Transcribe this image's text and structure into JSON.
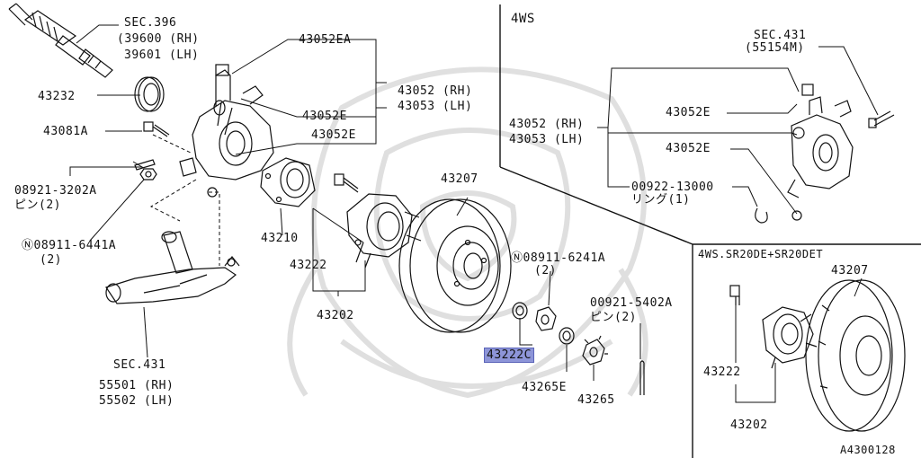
{
  "diagram_id": "A4300128",
  "left_panel": {
    "sec396_title": "SEC.396",
    "sec396_rh": "(39600 (RH)",
    "sec396_lh": "39601 (LH)",
    "p43232": "43232",
    "p43081A": "43081A",
    "p08921_3202A": "08921-3202A",
    "p08921_pin": "ピン(2)",
    "p08911_6441A": "08911-6441A",
    "p08911_6441A_qty": "(2)",
    "p43052EA": "43052EA",
    "p43052_rh": "43052 (RH)",
    "p43053_lh": "43053 (LH)",
    "p43052E_a": "43052E",
    "p43052E_b": "43052E",
    "p43210": "43210",
    "p43222": "43222",
    "p43202": "43202",
    "p43207": "43207",
    "p08911_6241A": "08911-6241A",
    "p08911_6241A_qty": "(2)",
    "p00921_5402A": "00921-5402A",
    "p00921_pin": "ピン(2)",
    "p43222C": "43222C",
    "p43265E": "43265E",
    "p43265": "43265",
    "sec431_title": "SEC.431",
    "sec431_rh": "55501 (RH)",
    "sec431_lh": "55502 (LH)"
  },
  "inset_4ws": {
    "title": "4WS",
    "sec431_title": "SEC.431",
    "sec431_part": "(55154M)",
    "p43052_rh": "43052 (RH)",
    "p43053_lh": "43053 (LH)",
    "p43052E_a": "43052E",
    "p43052E_b": "43052E",
    "p00922_13000": "00922-13000",
    "ring": "リング(1)"
  },
  "inset_sr20": {
    "title": "4WS.SR20DE+SR20DET",
    "p43207": "43207",
    "p43222": "43222",
    "p43202": "43202"
  },
  "colors": {
    "line": "#111111",
    "highlight": "#8d95d8",
    "watermark": "#d8d8d8"
  }
}
